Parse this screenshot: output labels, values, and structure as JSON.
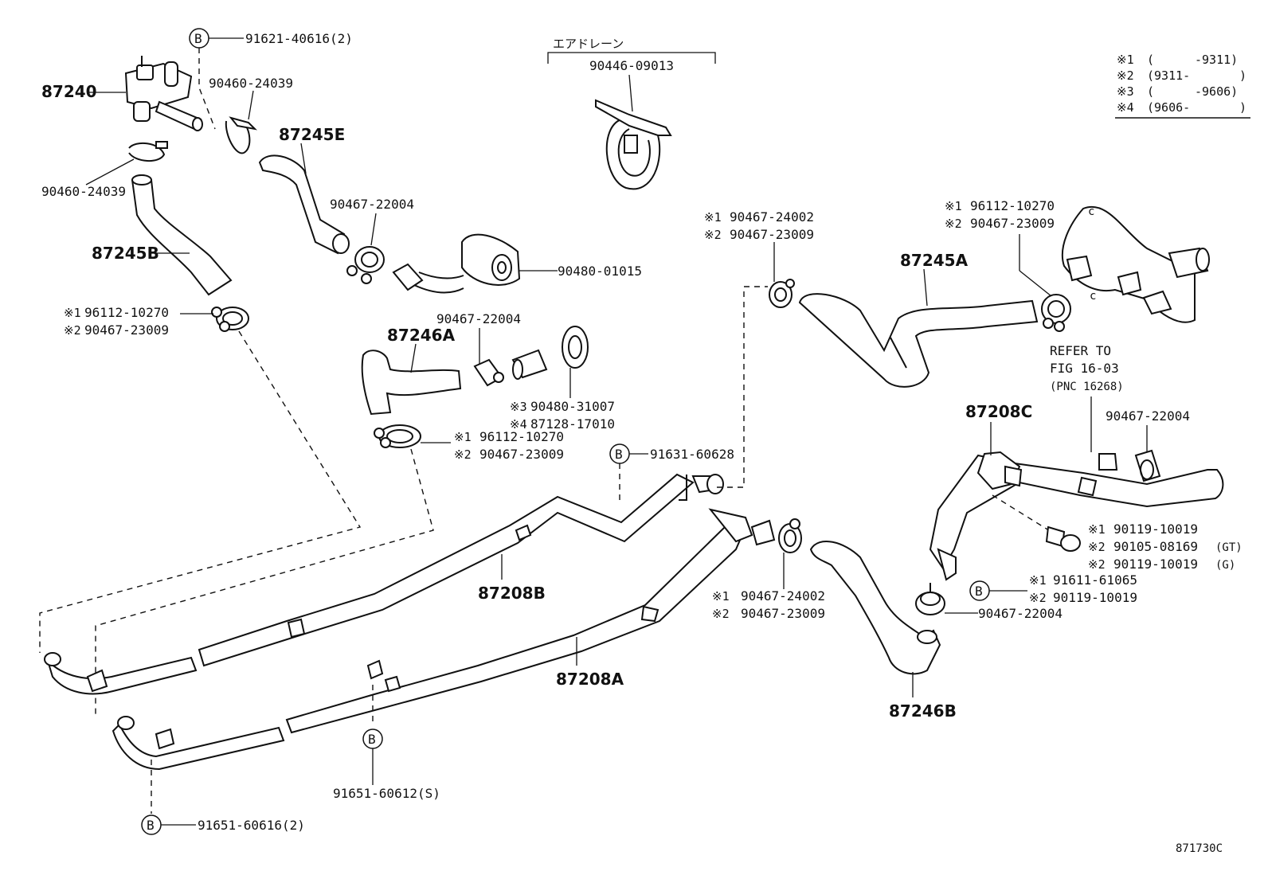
{
  "labels": {
    "p87240": "87240",
    "p87245E": "87245E",
    "p87245B": "87245B",
    "p87245A": "87245A",
    "p87246A": "87246A",
    "p87246B": "87246B",
    "p87208A": "87208A",
    "p87208B": "87208B",
    "p87208C": "87208C",
    "b1": "B",
    "b1_part": "91621-40616(2)",
    "clip_90460_a": "90460-24039",
    "clip_90460_b": "90460-24039",
    "air_drain": "エアドレーン",
    "p90446": "90446-09013",
    "p90467_a": "90467-22004",
    "p90480_01015": "90480-01015",
    "n1_left_a": "※1",
    "n1_left_a_part": "96112-10270",
    "n2_left_a": "※2",
    "n2_left_a_part": "90467-23009",
    "p90467_b": "90467-22004",
    "n3": "※3",
    "n3_part": "90480-31007",
    "n4": "※4",
    "n4_part": "87128-17010",
    "n1_mid": "※1",
    "n1_mid_part": "96112-10270",
    "n2_mid": "※2",
    "n2_mid_part": "90467-23009",
    "b2": "B",
    "b2_part": "91631-60628",
    "n1_top_mid": "※1",
    "n1_top_mid_part": "90467-24002",
    "n2_top_mid": "※2",
    "n2_top_mid_part": "90467-23009",
    "n1_top_right": "※1",
    "n1_top_right_part": "96112-10270",
    "n2_top_right": "※2",
    "n2_top_right_part": "90467-23009",
    "refer1": "REFER TO",
    "refer2": "FIG 16-03",
    "refer3": "(PNC 16268)",
    "p90467_c": "90467-22004",
    "n1_bolt": "※1",
    "n1_bolt_part": "90119-10019",
    "n2_bolt_gt": "※2",
    "n2_bolt_gt_part": "90105-08169",
    "gt": "(GT)",
    "n2_bolt_g": "※2",
    "n2_bolt_g_part": "90119-10019",
    "g": "(G)",
    "b3": "B",
    "n1_b3": "※1",
    "n1_b3_part": "91611-61065",
    "n2_b3": "※2",
    "n2_b3_part": "90119-10019",
    "p90467_d": "90467-22004",
    "n1_low_mid": "※1",
    "n1_low_mid_part": "90467-24002",
    "n2_low_mid": "※2",
    "n2_low_mid_part": "90467-23009",
    "b4": "B",
    "b4_part": "91651-60612(S)",
    "b5": "B",
    "b5_part": "91651-60616(2)",
    "fig_code": "871730C"
  },
  "legend": {
    "r1_mark": "※1",
    "r1_a": "(",
    "r1_b": "-9311)",
    "r2_mark": "※2",
    "r2_a": "(9311-",
    "r2_b": ")",
    "r3_mark": "※3",
    "r3_a": "(",
    "r3_b": "-9606)",
    "r4_mark": "※4",
    "r4_a": "(9606-",
    "r4_b": ")"
  }
}
